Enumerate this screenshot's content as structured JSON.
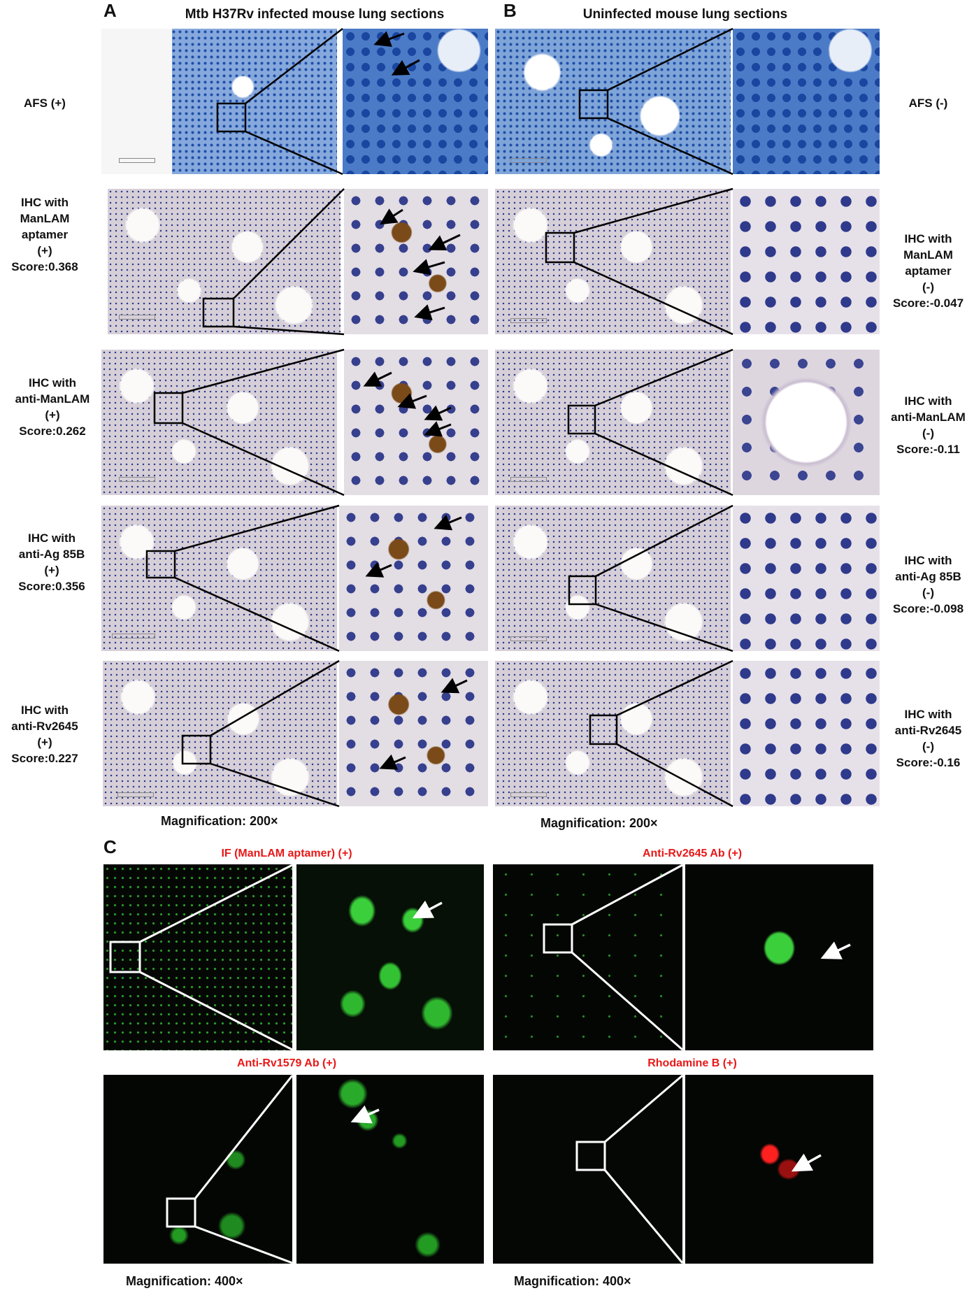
{
  "panels": {
    "a": {
      "letter": "A",
      "title": "Mtb H37Rv infected mouse lung sections",
      "magnification": "Magnification: 200×"
    },
    "b": {
      "letter": "B",
      "title": "Uninfected mouse lung sections",
      "magnification": "Magnification: 200×"
    },
    "c": {
      "letter": "C",
      "magnification_left": "Magnification: 400×",
      "magnification_right": "Magnification: 400×",
      "titles": {
        "top_left": "IF (ManLAM aptamer) (+)",
        "top_right": "Anti-Rv2645 Ab (+)",
        "bottom_left": "Anti-Rv1579 Ab (+)",
        "bottom_right": "Rhodamine B (+)"
      }
    }
  },
  "rows_left": [
    {
      "lines": [
        "AFS (+)"
      ]
    },
    {
      "lines": [
        "IHC with",
        "ManLAM",
        "aptamer",
        "(+)",
        "Score:0.368"
      ]
    },
    {
      "lines": [
        "IHC with",
        "anti-ManLAM",
        "(+)",
        "Score:0.262"
      ]
    },
    {
      "lines": [
        "IHC with",
        "anti-Ag 85B",
        "(+)",
        "Score:0.356"
      ]
    },
    {
      "lines": [
        "IHC with",
        "anti-Rv2645",
        "(+)",
        "Score:0.227"
      ]
    }
  ],
  "rows_right": [
    {
      "lines": [
        "AFS  (-)"
      ]
    },
    {
      "lines": [
        "IHC with",
        "ManLAM",
        "aptamer",
        "(-)",
        "Score:-0.047"
      ]
    },
    {
      "lines": [
        "IHC with",
        "anti-ManLAM",
        "(-)",
        "Score:-0.11"
      ]
    },
    {
      "lines": [
        "IHC with",
        "anti-Ag 85B",
        "(-)",
        "Score:-0.098"
      ]
    },
    {
      "lines": [
        "IHC with",
        "anti-Rv2645",
        "(-)",
        "Score:-0.16"
      ]
    }
  ]
}
